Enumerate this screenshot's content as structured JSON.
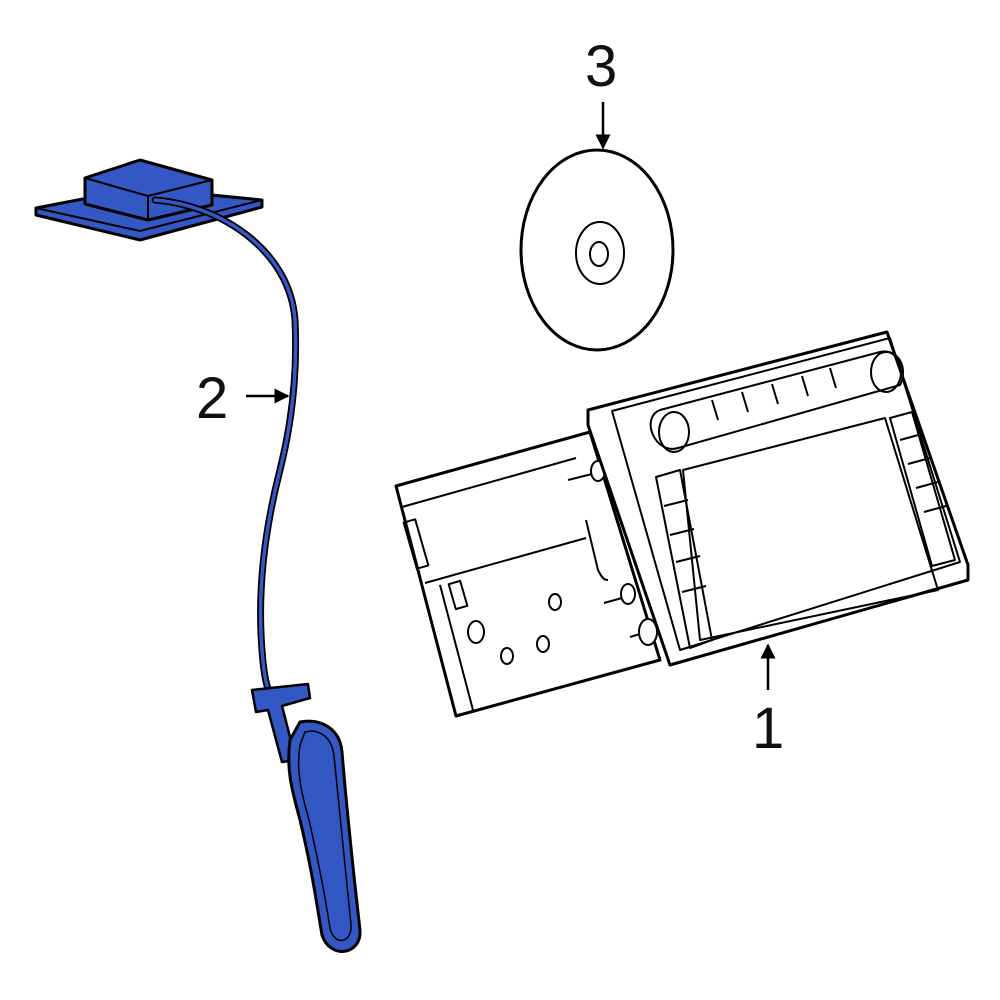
{
  "diagram": {
    "type": "exploded parts diagram",
    "colors": {
      "highlight_fill": "#3358c4",
      "line": "#000000",
      "background": "#ffffff"
    },
    "callouts": [
      {
        "number": "1",
        "part": "navigation-radio-unit"
      },
      {
        "number": "2",
        "part": "gps-antenna-with-cable"
      },
      {
        "number": "3",
        "part": "navigation-disc"
      }
    ]
  }
}
